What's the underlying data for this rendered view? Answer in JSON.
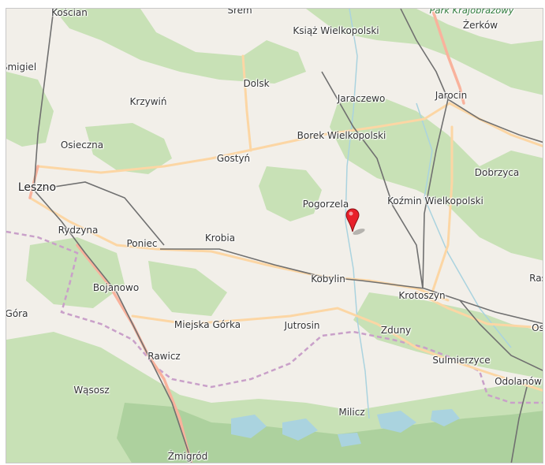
{
  "map": {
    "park_label": "Park Krajobrazowy",
    "colors": {
      "land": "#f2efe9",
      "forest": "#c8e1b6",
      "forest_dark": "#add19e",
      "water": "#aad3df",
      "primary_road": "#fcd6a4",
      "trunk_road": "#f9b29c",
      "railway": "#707070",
      "border": "#c9a0c9",
      "marker": "#e8202a"
    },
    "towns": [
      {
        "name": "Kościan"
      },
      {
        "name": "Śrem"
      },
      {
        "name": "Książ Wielkopolski"
      },
      {
        "name": "Żerków"
      },
      {
        "name": "Śmigiel"
      },
      {
        "name": "Dolsk"
      },
      {
        "name": "Jaraczewo"
      },
      {
        "name": "Jarocin"
      },
      {
        "name": "Krzywiń"
      },
      {
        "name": "Borek Wielkopolski"
      },
      {
        "name": "Osieczna"
      },
      {
        "name": "Gostyń"
      },
      {
        "name": "Dobrzyca"
      },
      {
        "name": "Leszno"
      },
      {
        "name": "Pogorzela"
      },
      {
        "name": "Koźmin Wielkopolski"
      },
      {
        "name": "Rydzyna"
      },
      {
        "name": "Krobia"
      },
      {
        "name": "Poniec"
      },
      {
        "name": "Kobylin"
      },
      {
        "name": "Ras"
      },
      {
        "name": "Bojanowo"
      },
      {
        "name": "Krotoszyn"
      },
      {
        "name": "Góra"
      },
      {
        "name": "Miejska Górka"
      },
      {
        "name": "Jutrosin"
      },
      {
        "name": "Zduny"
      },
      {
        "name": "Os"
      },
      {
        "name": "Rawicz"
      },
      {
        "name": "Sulmierzyce"
      },
      {
        "name": "Odolanów"
      },
      {
        "name": "Wąsosz"
      },
      {
        "name": "Milicz"
      },
      {
        "name": "Żmigród"
      }
    ]
  }
}
